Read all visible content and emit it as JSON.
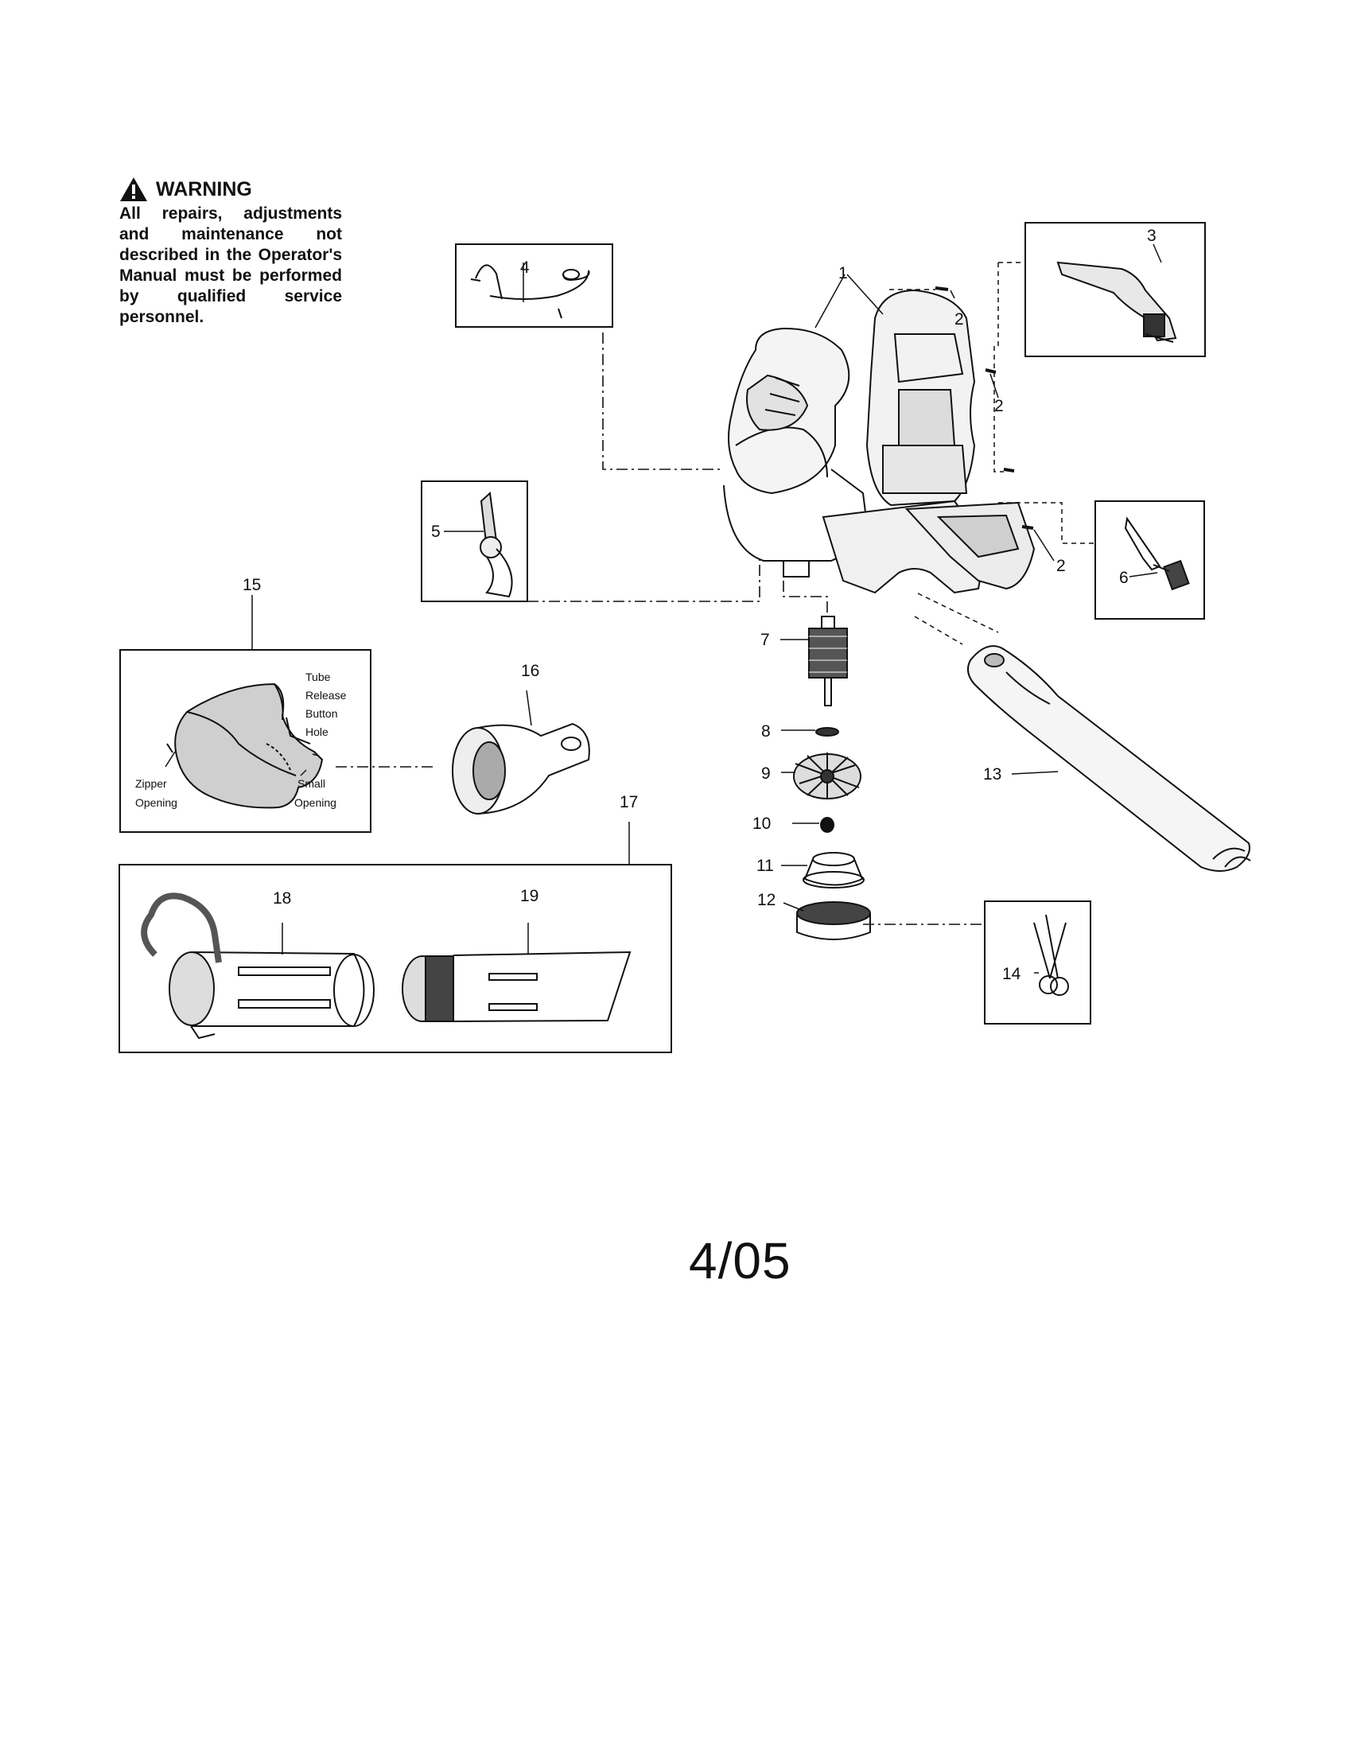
{
  "warning": {
    "title": "WARNING",
    "text": "All repairs, adjustments and maintenance not described in the Operator's Manual must be performed by qualified service personnel."
  },
  "callouts": {
    "c1": "1",
    "c2a": "2",
    "c2b": "2",
    "c2c": "2",
    "c3": "3",
    "c4": "4",
    "c5": "5",
    "c6": "6",
    "c7": "7",
    "c8": "8",
    "c9": "9",
    "c10": "10",
    "c11": "11",
    "c12": "12",
    "c13": "13",
    "c14": "14",
    "c15": "15",
    "c16": "16",
    "c17": "17",
    "c18": "18",
    "c19": "19"
  },
  "bag_labels": {
    "tube": "Tube",
    "release": "Release",
    "button": "Button",
    "hole": "Hole",
    "zipper": "Zipper",
    "opening1": "Opening",
    "small": "Small",
    "opening2": "Opening"
  },
  "date_code": "4/05",
  "icons": {
    "warning": "warning-triangle-icon"
  },
  "colors": {
    "ink": "#111111",
    "paper": "#ffffff"
  }
}
